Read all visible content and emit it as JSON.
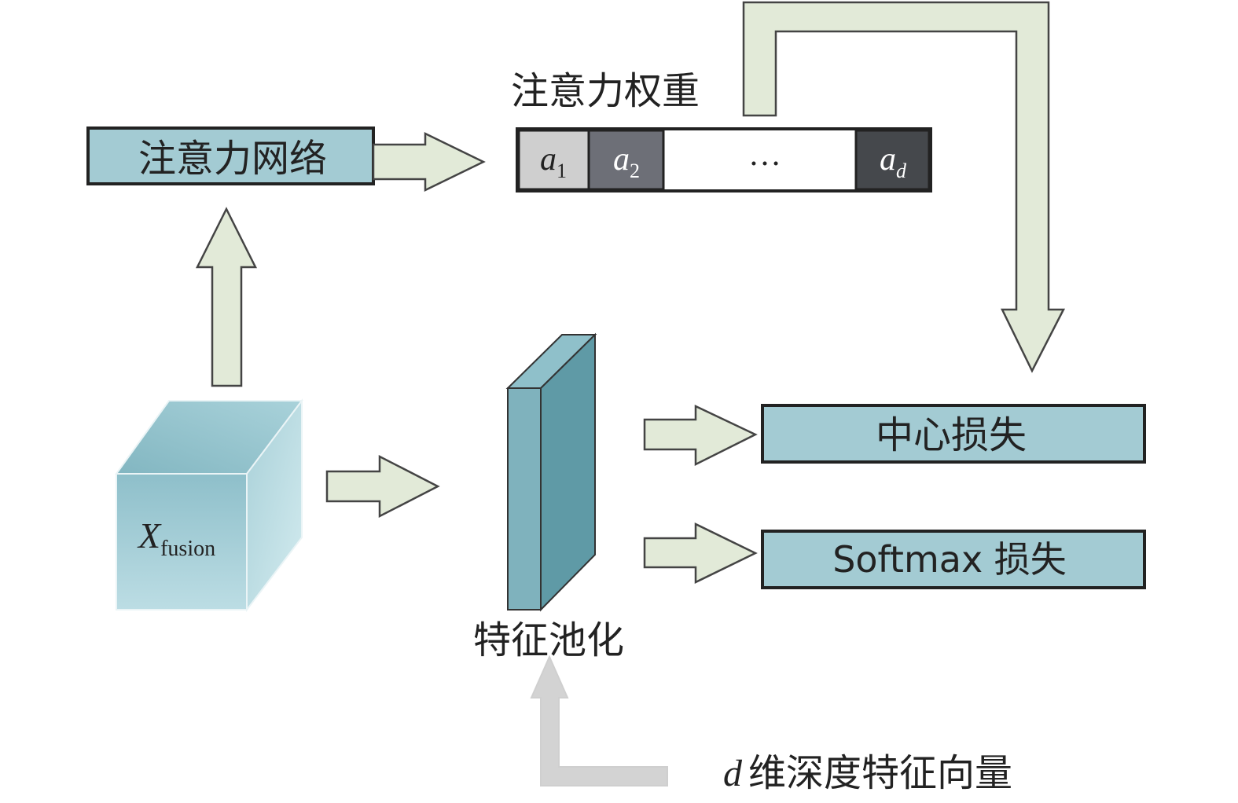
{
  "labels": {
    "attention_network": "注意力网络",
    "attention_weights": "注意力权重",
    "feature_pooling": "特征池化",
    "center_loss": "中心损失",
    "softmax_loss": "Softmax 损失",
    "deep_feature_vector_var": "d",
    "deep_feature_vector_text": "维深度特征向量",
    "cube_var": "X",
    "cube_sub": "fusion"
  },
  "weights": {
    "w1_var": "a",
    "w1_sub": "1",
    "w2_var": "a",
    "w2_sub": "2",
    "ellipsis": "…",
    "wd_var": "a",
    "wd_sub": "d"
  },
  "colors": {
    "box_fill": "#a3cbd3",
    "arrow_fill": "#e2ead8",
    "arrow_stroke": "#444444",
    "gray_arrow": "#cccccc",
    "cube_front": "#8ebfca",
    "pool_front": "#7fb2bd",
    "pool_side": "#5f9aa6",
    "w1_fill": "#cfcfcf",
    "w2_fill": "#6d6f77",
    "wd_fill": "#45484c"
  }
}
